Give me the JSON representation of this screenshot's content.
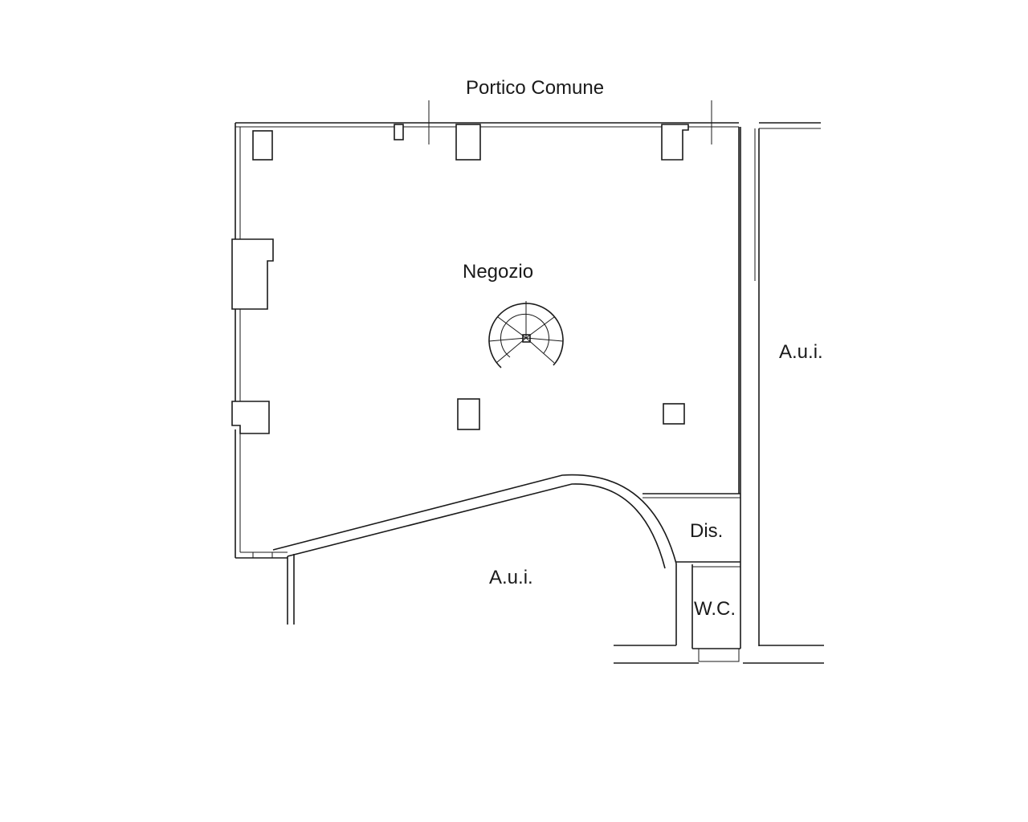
{
  "labels": {
    "portico": "Portico Comune",
    "negozio": "Negozio",
    "aui_right": "A.u.i.",
    "aui_bottom": "A.u.i.",
    "dis": "Dis.",
    "wc": "W.C."
  }
}
